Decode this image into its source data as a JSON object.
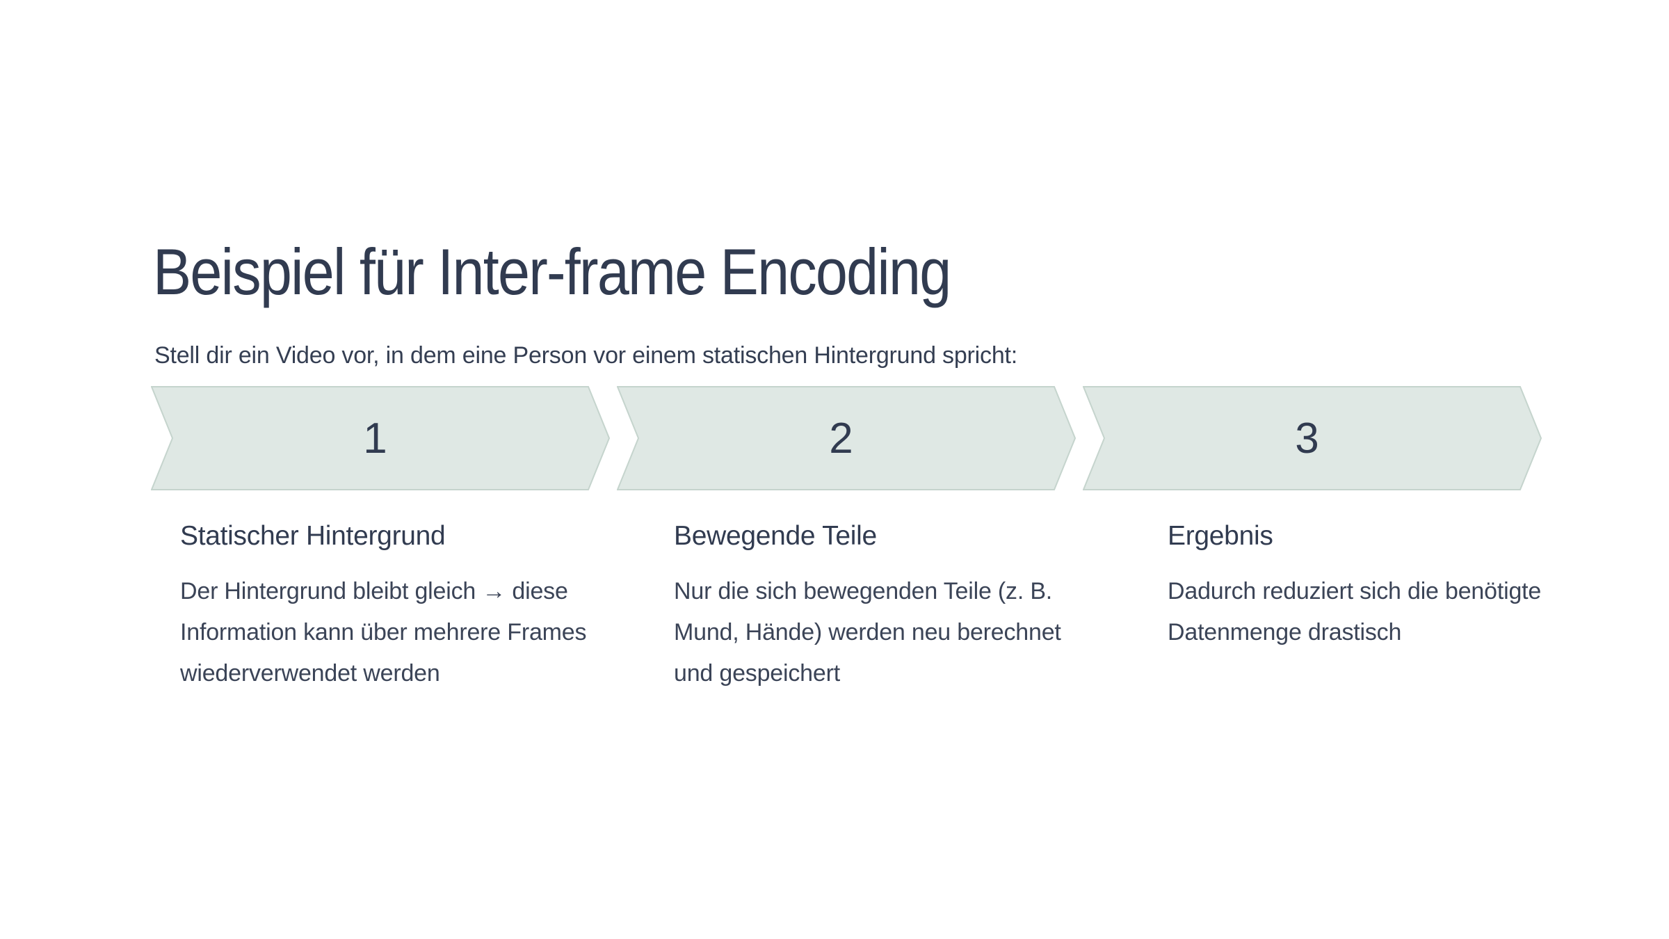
{
  "slide": {
    "title": "Beispiel für Inter-frame Encoding",
    "intro": "Stell dir ein Video vor, in dem eine Person vor einem statischen Hintergrund spricht:",
    "steps": [
      {
        "number": "1",
        "heading": "Statischer Hintergrund",
        "body": "Der Hintergrund bleibt gleich → diese Information kann über mehrere Frames wiederverwendet werden"
      },
      {
        "number": "2",
        "heading": "Bewegende Teile",
        "body": "Nur die sich bewegenden Teile (z. B. Mund, Hände) werden neu berechnet und gespeichert"
      },
      {
        "number": "3",
        "heading": "Ergebnis",
        "body": "Dadurch reduziert sich die benötigte Datenmenge drastisch"
      }
    ],
    "colors": {
      "background": "#ffffff",
      "heading_text": "#313b50",
      "body_text": "#3b4457",
      "arrow_fill": "#dfe8e4",
      "arrow_border": "#c5d4cd"
    }
  }
}
